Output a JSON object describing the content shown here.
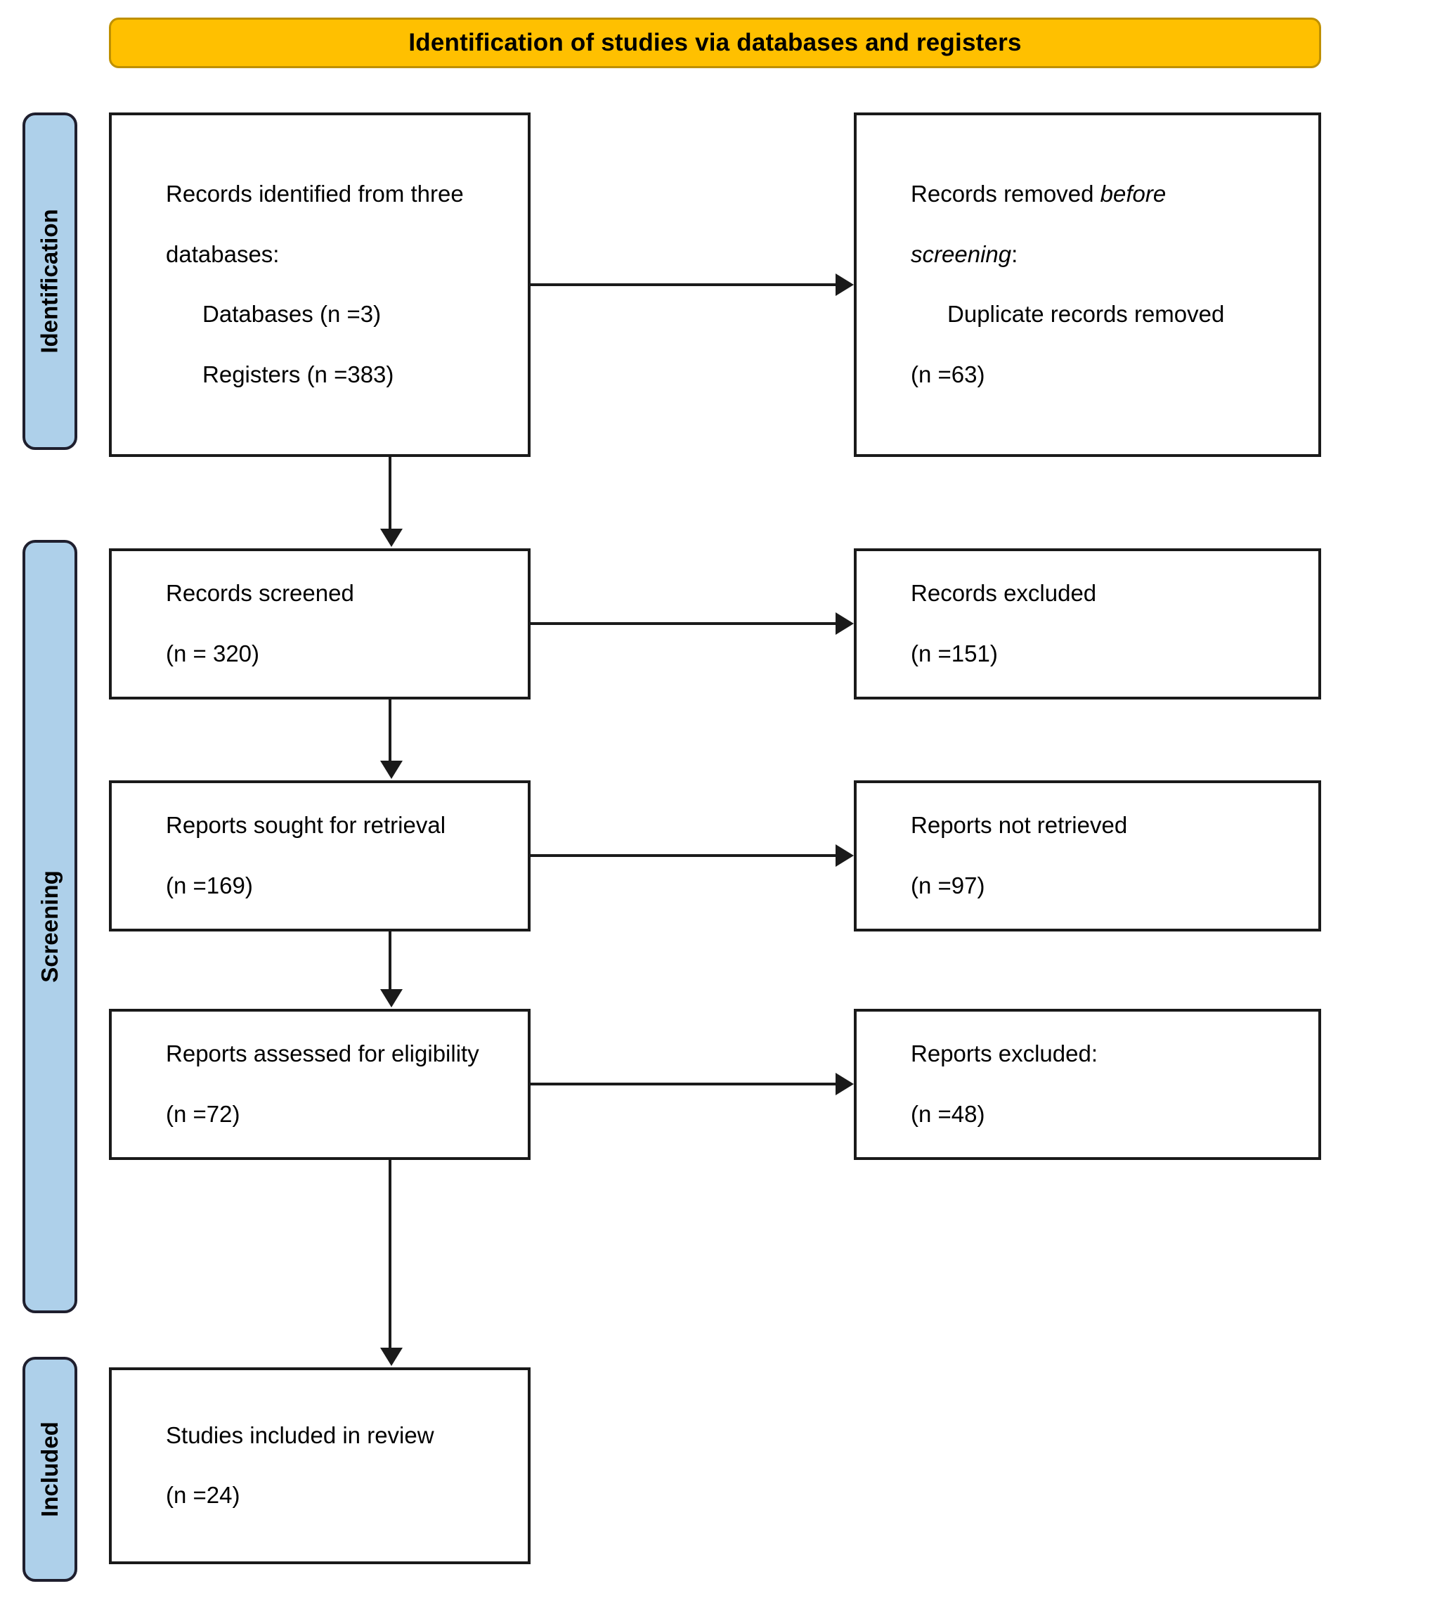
{
  "banner": {
    "title": "Identification of studies via databases and registers"
  },
  "stages": [
    {
      "id": "identification",
      "label": "Identification"
    },
    {
      "id": "screening",
      "label": "Screening"
    },
    {
      "id": "included",
      "label": "Included"
    }
  ],
  "boxes": {
    "identified": {
      "line1": "Records identified from three",
      "line2": "databases:",
      "line3": "Databases (n =3)",
      "line4": "Registers (n =383)"
    },
    "removed": {
      "line1_a": "Records removed ",
      "line1_b": "before",
      "line2_b": "screening",
      "line2_a": ":",
      "line3": "Duplicate records removed",
      "line4": "(n =63)"
    },
    "screened": {
      "line1": "Records screened",
      "line2": "(n = 320)"
    },
    "excluded": {
      "line1": "Records excluded",
      "line2": "(n =151)"
    },
    "sought": {
      "line1": "Reports sought for retrieval",
      "line2": "(n =169)"
    },
    "not_retrieved": {
      "line1": "Reports not retrieved",
      "line2": "(n =97)"
    },
    "assessed": {
      "line1": "Reports assessed for eligibility",
      "line2": "(n =72)"
    },
    "reports_excluded": {
      "line1": "Reports excluded:",
      "line2": "(n =48)"
    },
    "included": {
      "line1": "Studies included in review",
      "line2": "(n =24)"
    }
  },
  "colors": {
    "banner_fill": "#FFC000",
    "banner_border": "#BF9000",
    "rail_fill": "#AED0EA",
    "rail_border": "#1F1F2E",
    "box_border": "#1A1A1A",
    "text": "#000000"
  },
  "chart_data": {
    "type": "diagram",
    "title": "Identification of studies via databases and registers",
    "nodes": [
      {
        "stage": "Identification",
        "label": "Records identified from three databases",
        "databases": 3,
        "registers": 383
      },
      {
        "stage": "Identification",
        "label": "Duplicate records removed before screening",
        "n": 63
      },
      {
        "stage": "Screening",
        "label": "Records screened",
        "n": 320
      },
      {
        "stage": "Screening",
        "label": "Records excluded",
        "n": 151
      },
      {
        "stage": "Screening",
        "label": "Reports sought for retrieval",
        "n": 169
      },
      {
        "stage": "Screening",
        "label": "Reports not retrieved",
        "n": 97
      },
      {
        "stage": "Screening",
        "label": "Reports assessed for eligibility",
        "n": 72
      },
      {
        "stage": "Screening",
        "label": "Reports excluded",
        "n": 48
      },
      {
        "stage": "Included",
        "label": "Studies included in review",
        "n": 24
      }
    ]
  }
}
